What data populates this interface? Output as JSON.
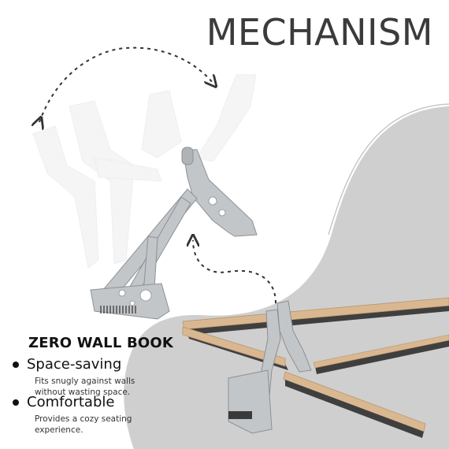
{
  "header": {
    "title": "MECHANISM"
  },
  "product": {
    "name": "ZERO WALL BOOK"
  },
  "features": [
    {
      "title": "Space-saving",
      "description": "Fits snugly against walls without wasting space."
    },
    {
      "title": "Comfortable",
      "description": "Provides a cozy seating experience."
    }
  ],
  "colors": {
    "background": "#ffffff",
    "backdrop": "#cfcfcf",
    "title_text": "#3b3b3b",
    "wood": "#d9b891",
    "steel": "#b9bcbf",
    "dark_rail": "#3f3f3f"
  },
  "icons": [
    "rotation-arrow-icon",
    "curved-arrow-icon",
    "bullet-icon"
  ]
}
